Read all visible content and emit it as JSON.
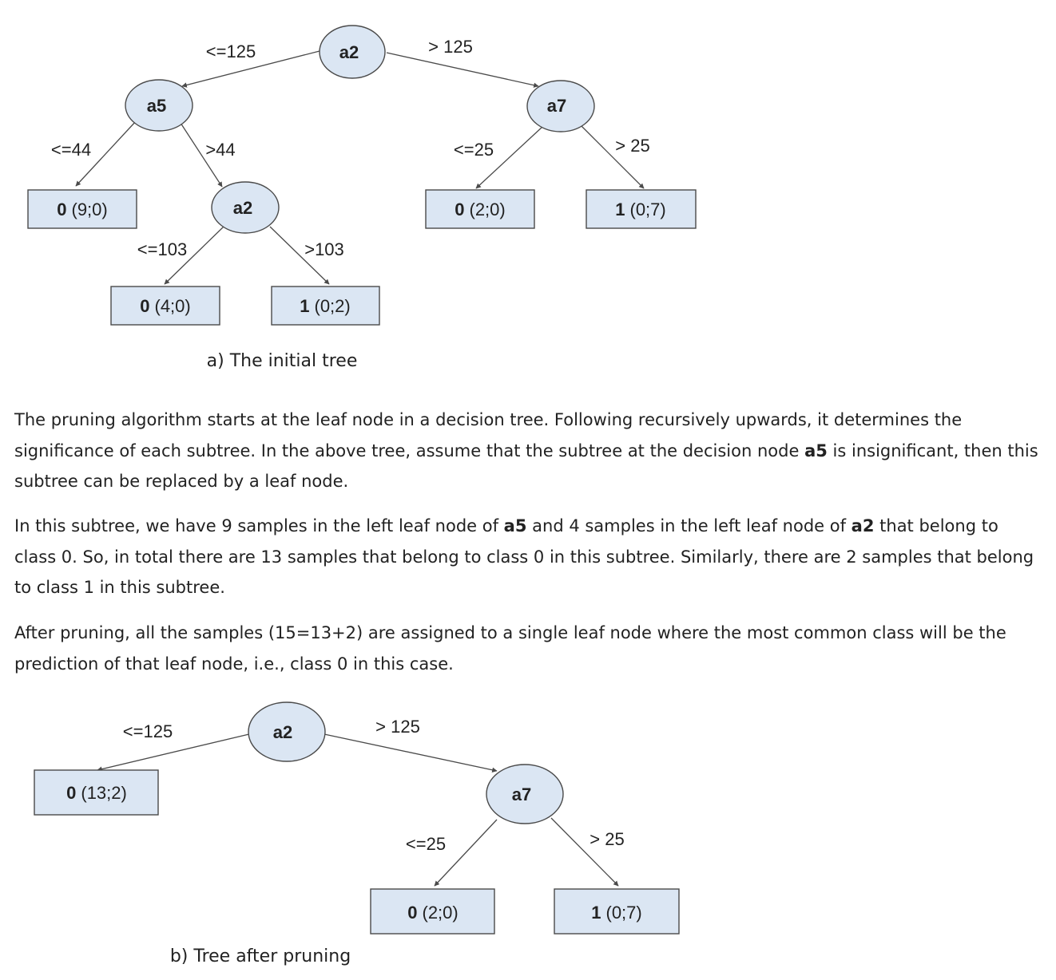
{
  "tree_a": {
    "caption": "a) The initial tree",
    "nodes": {
      "root": "a2",
      "left": "a5",
      "right": "a7",
      "left_right": "a2"
    },
    "edges": {
      "root_left": "<=125",
      "root_right": "> 125",
      "a5_left": "<=44",
      "a5_right": ">44",
      "a7_left": "<=25",
      "a7_right": "> 25",
      "a2_left": "<=103",
      "a2_right": ">103"
    },
    "leaves": {
      "a5_left": {
        "cls": "0",
        "counts": "(9;0)"
      },
      "a7_left": {
        "cls": "0",
        "counts": "(2;0)"
      },
      "a7_right": {
        "cls": "1",
        "counts": "(0;7)"
      },
      "a2_left": {
        "cls": "0",
        "counts": "(4;0)"
      },
      "a2_right": {
        "cls": "1",
        "counts": "(0;2)"
      }
    }
  },
  "paragraphs": {
    "p1": {
      "t1": "The pruning algorithm starts at the leaf node in a decision tree. Following recursively upwards, it determines the significance of each subtree. In the above tree, assume that the subtree at the decision node ",
      "b1": "a5",
      "t2": " is insignificant, then this subtree can be replaced by a leaf node."
    },
    "p2": {
      "t1": "In this subtree, we have 9 samples in the left leaf node of ",
      "b1": "a5",
      "t2": " and 4 samples in the left leaf node of ",
      "b2": "a2",
      "t3": " that belong to class 0. So, in total there are 13 samples that belong to class 0 in this subtree. Similarly, there are 2 samples that belong to class 1 in this subtree."
    },
    "p3": {
      "t1": "After pruning, all the samples (15=13+2) are assigned to a single leaf node where the most common class will be the prediction of that leaf node, i.e., class 0 in this case."
    }
  },
  "tree_b": {
    "caption": "b) Tree after pruning",
    "nodes": {
      "root": "a2",
      "right": "a7"
    },
    "edges": {
      "root_left": "<=125",
      "root_right": "> 125",
      "a7_left": "<=25",
      "a7_right": "> 25"
    },
    "leaves": {
      "root_left": {
        "cls": "0",
        "counts": "(13;2)"
      },
      "a7_left": {
        "cls": "0",
        "counts": "(2;0)"
      },
      "a7_right": {
        "cls": "1",
        "counts": "(0;7)"
      }
    }
  },
  "colors": {
    "node_fill": "#dbe6f3",
    "stroke": "#4a4a4a",
    "text": "#222222"
  }
}
